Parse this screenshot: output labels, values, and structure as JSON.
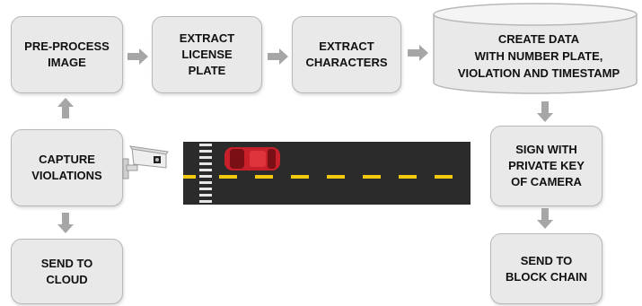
{
  "boxes": {
    "preprocess": "PRE-PROCESS\nIMAGE",
    "extract_plate": "EXTRACT\nLICENSE\nPLATE",
    "extract_chars": "EXTRACT\nCHARACTERS",
    "create_data": "CREATE DATA\nWITH NUMBER PLATE,\nVIOLATION AND TIMESTAMP",
    "capture": "CAPTURE\nVIOLATIONS",
    "sign": "SIGN WITH\nPRIVATE KEY\nOF CAMERA",
    "send_cloud": "SEND TO\nCLOUD",
    "send_blockchain": "SEND TO\nBLOCK CHAIN"
  },
  "illustrations": {
    "camera": "cctv-camera-icon",
    "road": "road-with-red-car-illustration"
  },
  "colors": {
    "box_fill": "#e9e9e9",
    "arrow": "#a6a6a6",
    "road": "#2b2b2b",
    "lane_line": "#f2c811",
    "car": "#c8202a"
  }
}
